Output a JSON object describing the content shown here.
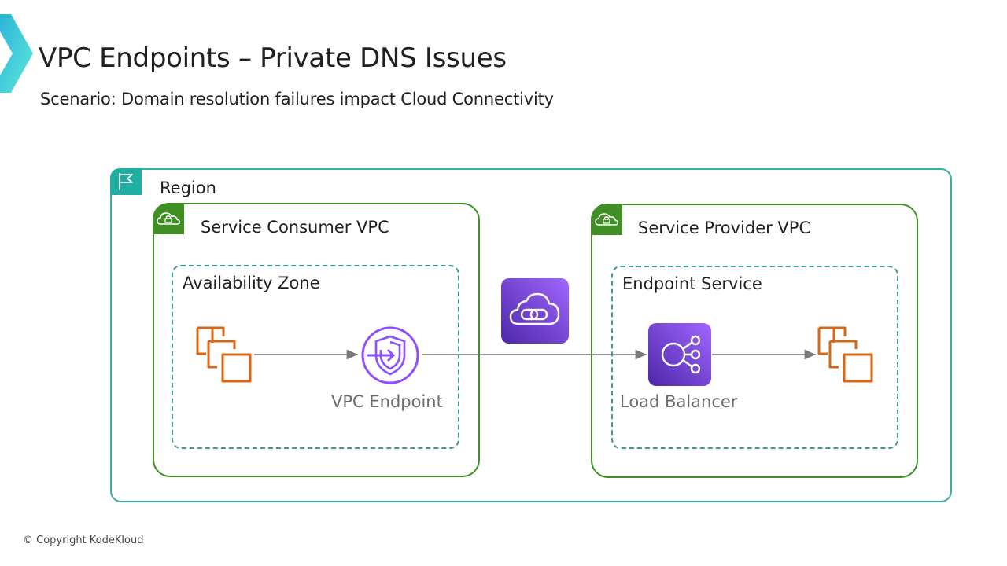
{
  "slide": {
    "title": "VPC Endpoints – Private DNS Issues",
    "subtitle": "Scenario: Domain resolution failures impact Cloud Connectivity",
    "copyright": "© Copyright KodeKloud",
    "brand_color": "#3fd0e0"
  },
  "diagram": {
    "region": {
      "label": "Region",
      "icon": "flag-icon",
      "color": "#1faea2"
    },
    "consumer_vpc": {
      "label": "Service Consumer VPC",
      "icon": "vpc-cloud-lock-icon",
      "color": "#3f8f24",
      "zone": {
        "label": "Availability Zone",
        "color": "#3a9a96"
      },
      "nodes": [
        {
          "id": "consumer-instances",
          "icon": "ec2-instances-icon",
          "label": ""
        },
        {
          "id": "vpc-endpoint",
          "icon": "vpc-endpoint-icon",
          "label": "VPC Endpoint"
        }
      ]
    },
    "privatelink": {
      "icon": "privatelink-cloud-icon",
      "label": ""
    },
    "provider_vpc": {
      "label": "Service Provider VPC",
      "icon": "vpc-cloud-lock-icon",
      "color": "#3f8f24",
      "zone": {
        "label": "Endpoint Service",
        "color": "#3a9a96"
      },
      "nodes": [
        {
          "id": "load-balancer",
          "icon": "load-balancer-icon",
          "label": "Load Balancer"
        },
        {
          "id": "provider-instances",
          "icon": "ec2-instances-icon",
          "label": ""
        }
      ]
    },
    "edges": [
      {
        "from": "consumer-instances",
        "to": "vpc-endpoint"
      },
      {
        "from": "vpc-endpoint",
        "to": "load-balancer"
      },
      {
        "from": "load-balancer",
        "to": "provider-instances"
      }
    ],
    "colors": {
      "instance": "#d86613",
      "endpoint": "#8c4fff",
      "arrow": "#7a7a7a"
    }
  }
}
